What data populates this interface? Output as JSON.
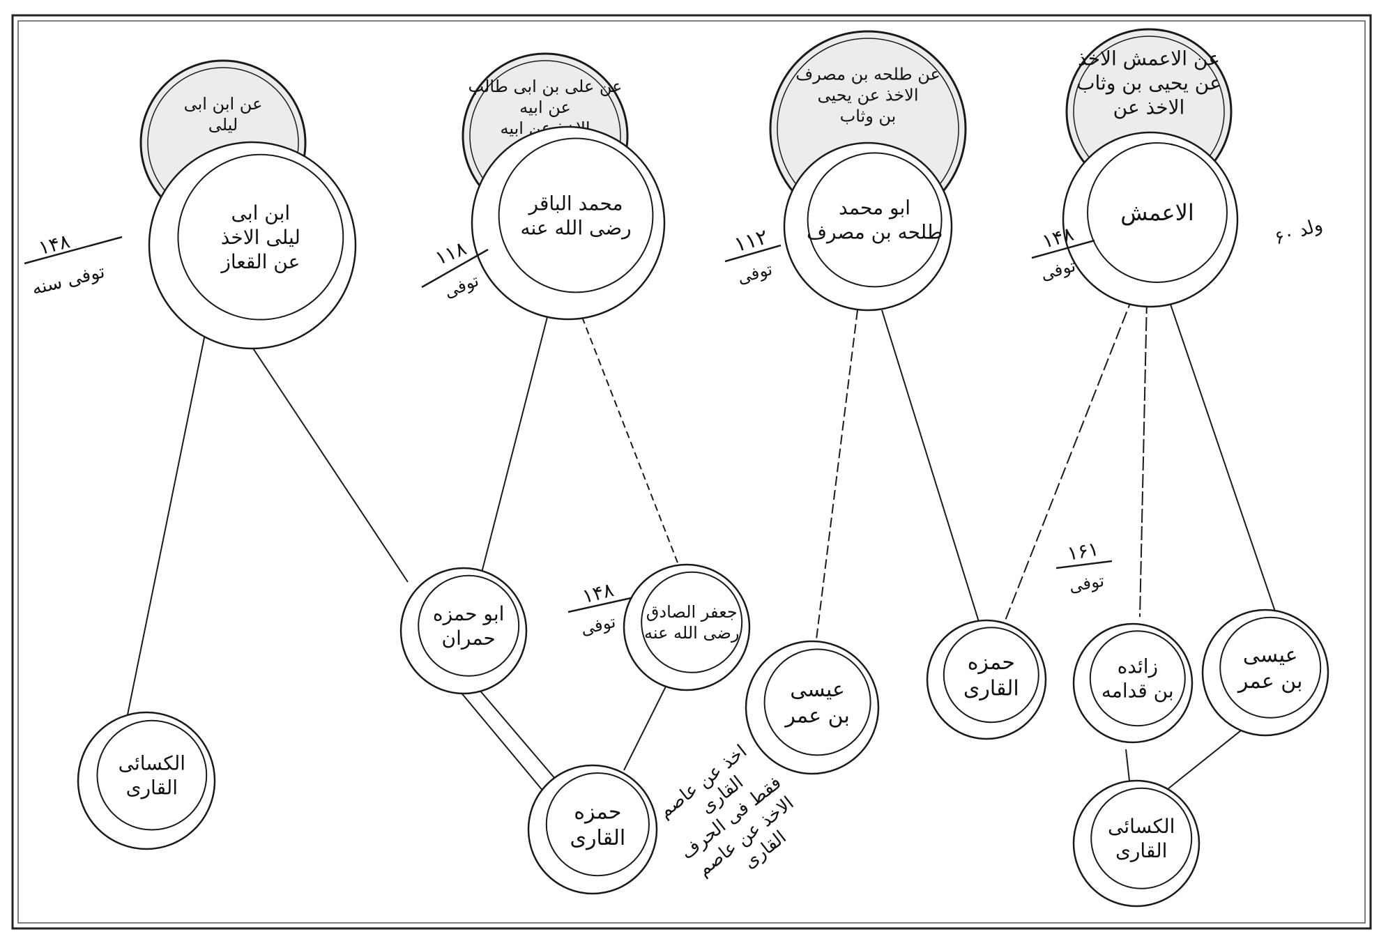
{
  "diagram": {
    "nodes": {
      "ibn_abi_layla_top": {
        "ring_text": [
          "عن ابن ابی",
          "لیلی"
        ],
        "inner_text": [
          "ابن ابی",
          "لیلی الاخذ",
          "عن القعاز"
        ]
      },
      "baqir_top": {
        "ring_text": [
          "عن علی بن ابی طالب",
          "عن ابیه",
          "الاخذ عن ابیه"
        ],
        "inner_text": [
          "محمد الباقر",
          "رضی الله عنه"
        ]
      },
      "abu_muhammad_top": {
        "ring_text": [
          "عن طلحه بن مصرف",
          "الاخذ عن یحیی",
          "بن وثاب"
        ],
        "inner_text": [
          "ابو محمد",
          "طلحه بن مصرف"
        ]
      },
      "amash_top": {
        "ring_text": [
          "عن الاعمش الاخذ",
          "عن یحیی بن وثاب",
          "الاخذ عن"
        ],
        "inner_text": [
          "الاعمش"
        ]
      },
      "abu_hamza_humran": {
        "inner_text": [
          "ابو حمزه",
          "حمران"
        ]
      },
      "jafar": {
        "inner_text": [
          "جعفر الصادق",
          "رضی الله عنه"
        ]
      },
      "isa_umar_mid": {
        "inner_text": [
          "عیسی",
          "بن عمر"
        ]
      },
      "hamza_right": {
        "inner_text": [
          "حمزه",
          "القاری"
        ]
      },
      "zaida": {
        "inner_text": [
          "زائده",
          "بن قدامه"
        ]
      },
      "isa_umar_right": {
        "inner_text": [
          "عیسی",
          "بن عمر"
        ]
      },
      "kisai_left": {
        "inner_text": [
          "الکسائی",
          "القاری"
        ]
      },
      "hamza_bottom": {
        "inner_text": [
          "حمزه",
          "القاری"
        ]
      },
      "kisai_right": {
        "inner_text": [
          "الکسائی",
          "القاری"
        ]
      }
    },
    "death_notes": {
      "left_top": {
        "value": "۱۴۸",
        "text": "توفی سنه"
      },
      "baqir": {
        "value": "۱۱۸",
        "text": "توفی"
      },
      "abu_muhammad": {
        "value": "۱۱۲",
        "text": "توفی"
      },
      "amash": {
        "value": "۱۴۸",
        "text": "توفی"
      },
      "wulida": {
        "text": "ولد ۶۰"
      },
      "jafar": {
        "value": "۱۴۸",
        "text": "توفی"
      },
      "zaida": {
        "value": "۱۶۱",
        "text": "توفی"
      }
    },
    "annotation": [
      "اخذ عن عاصم",
      "القاری",
      "فقط فی الحرف",
      "الاخذ عن عاصم",
      "القاری"
    ]
  }
}
